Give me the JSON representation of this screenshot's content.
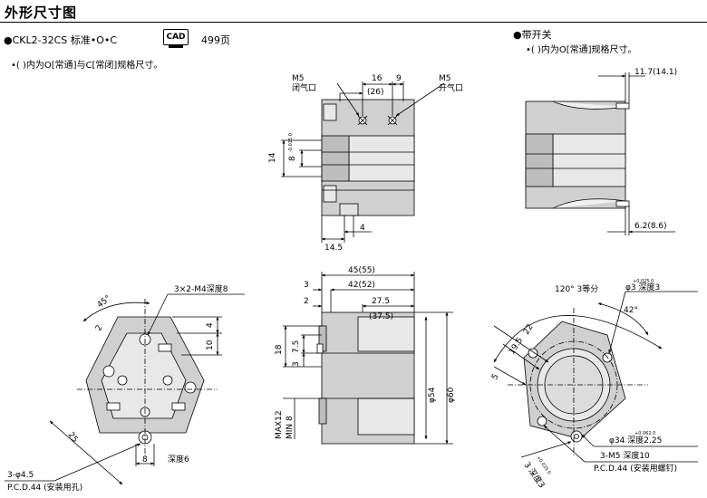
{
  "title": "外形尺寸图",
  "model": {
    "bullet": "●",
    "name": "CKL2-32CS 标准•O•C",
    "cad_label": "CAD",
    "cad_page": "499页",
    "note": "•(  )内为O[常通]与C[常闭]规格尺寸。"
  },
  "switch_section": {
    "heading": "●带开关",
    "note": "•(  )内为O[常通]规格尺寸。"
  },
  "top_view": {
    "m5_left": "M5",
    "closed_port": "闭气口",
    "m5_right": "M5",
    "open_port": "开气口",
    "dim_16": "16",
    "dim_9": "9",
    "dim_26": "(26)",
    "dim_14": "14",
    "dim_8": "8",
    "tol_8": "-0.015 0",
    "dim_4": "4",
    "dim_14_5": "14.5"
  },
  "switch_view": {
    "dim_11_7": "11.7(14.1)",
    "dim_6_2": "6.2(8.6)"
  },
  "left_view": {
    "thread": "3×2-M4深度8",
    "angle_45": "45°",
    "dim_2": "2",
    "dim_10": "10",
    "dim_4": "4",
    "dim_25": "25",
    "dim_8": "8",
    "depth_6": "深度6",
    "hole": "3-φ4.5",
    "pcd": "P.C.D.44 (安装用孔)"
  },
  "side_view": {
    "dim_45": "45(55)",
    "dim_3": "3",
    "dim_42": "42(52)",
    "dim_2": "2",
    "dim_27_5": "27.5",
    "dim_37_5": "(37.5)",
    "dim_18": "18",
    "dim_7_5": "7.5",
    "dim_3v": "3",
    "phi54": "φ54",
    "phi60": "φ60",
    "max12": "MAX12",
    "min8": "MIN 8"
  },
  "right_view": {
    "angle120": "120° 3等分",
    "pin_hole": "φ3 深度3",
    "pin_tol": "+0.025 0",
    "angle42": "42°",
    "dim_22": "22",
    "dim_19_5": "19.5",
    "dim_5": "5",
    "bore": "φ34 深度2.25",
    "bore_tol": "+0.062 0",
    "thread": "3-M5  深度10",
    "pcd": "P.C.D.44 (安装用螺钉)",
    "pin_hole2": "3 深度3",
    "pin_tol2": "+0.025 0"
  }
}
